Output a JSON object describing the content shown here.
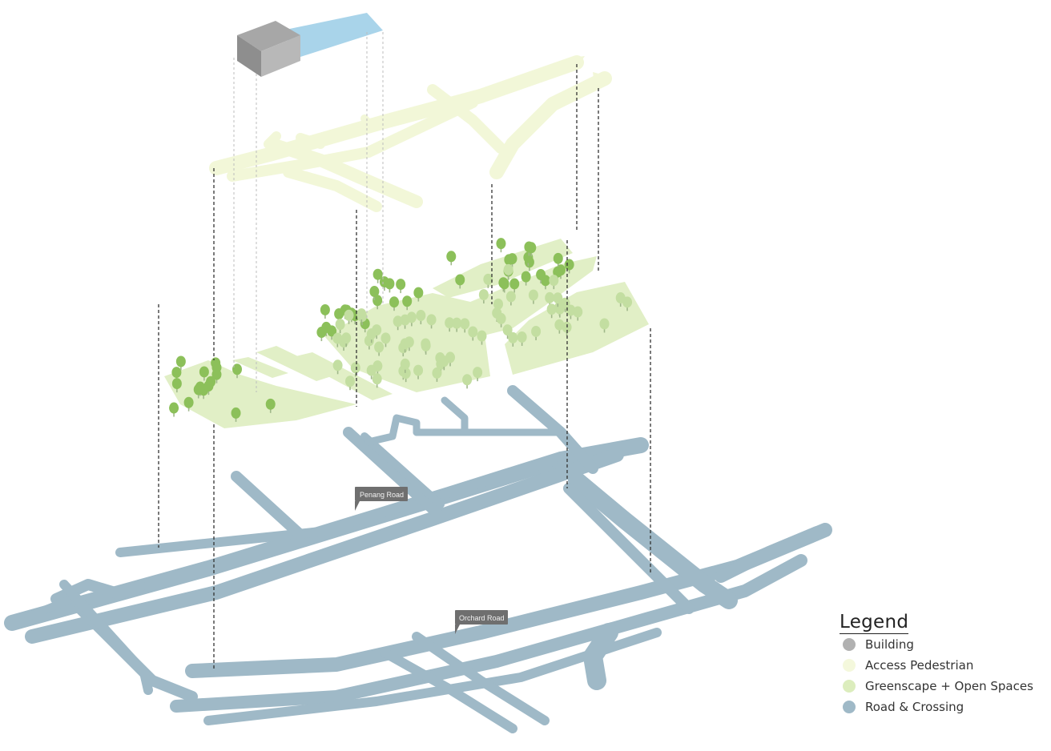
{
  "road_labels": {
    "penang": "Penang Road",
    "orchard": "Orchard Road"
  },
  "legend": {
    "title": "Legend",
    "items": [
      {
        "label": "Building",
        "color": "#b1b1b1"
      },
      {
        "label": "Access Pedestrian",
        "color": "#f4f8dc"
      },
      {
        "label": "Greenscape + Open Spaces",
        "color": "#dcedbd"
      },
      {
        "label": "Road & Crossing",
        "color": "#9fb9c7"
      }
    ]
  },
  "colors": {
    "building_top": "#a7a7a7",
    "building_left": "#8e8e8e",
    "building_right": "#b8b8b8",
    "water": "#a9d4ea",
    "pedestrian": "#f2f7d8",
    "green": "#e1efc6",
    "tree_dark": "#8cc05a",
    "tree_light": "#c3dea1",
    "road": "#9fb9c7",
    "tag": "#6f6f6f"
  }
}
